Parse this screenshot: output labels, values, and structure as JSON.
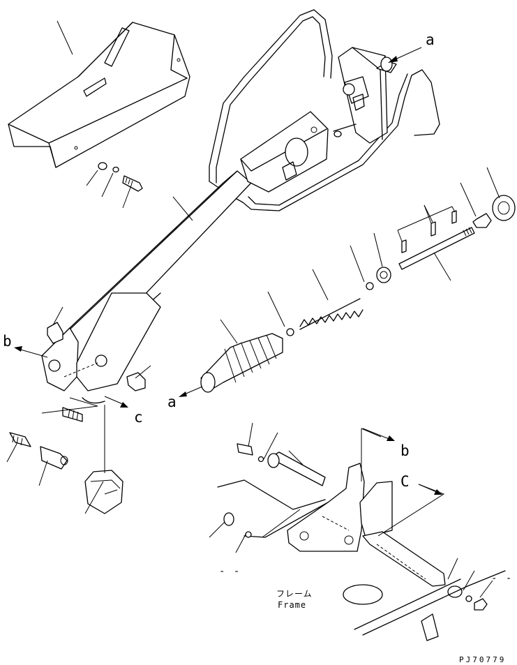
{
  "diagram": {
    "drawing_code": "PJ70779",
    "frame_label_jp": "フレーム",
    "frame_label_en": "Frame",
    "ref_a_top": "a",
    "ref_a_bottom": "a",
    "ref_b_left": "b",
    "ref_b_right": "b",
    "ref_c_left": "c",
    "ref_c_right": "C",
    "blank_callout_left": "- -",
    "blank_callout_right": "- -"
  }
}
